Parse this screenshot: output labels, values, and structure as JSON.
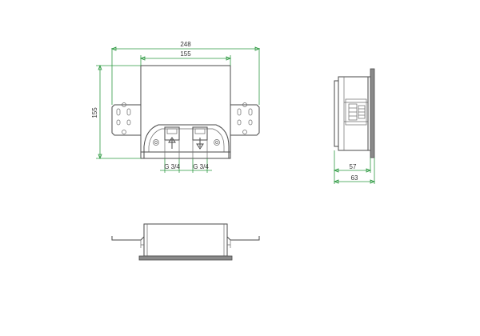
{
  "colors": {
    "outline": "#4a4a4a",
    "dimension": "#2e9a42",
    "fill_dark": "#8a8a8a",
    "background": "#ffffff"
  },
  "front_view": {
    "dim_overall_width": "248",
    "dim_box_width": "155",
    "dim_height": "155",
    "dim_port_left": "G 3/4",
    "dim_port_right": "G 3/4",
    "arrow_left": "up",
    "arrow_right": "down"
  },
  "side_view": {
    "dim_inner_depth": "57",
    "dim_outer_depth": "63"
  }
}
